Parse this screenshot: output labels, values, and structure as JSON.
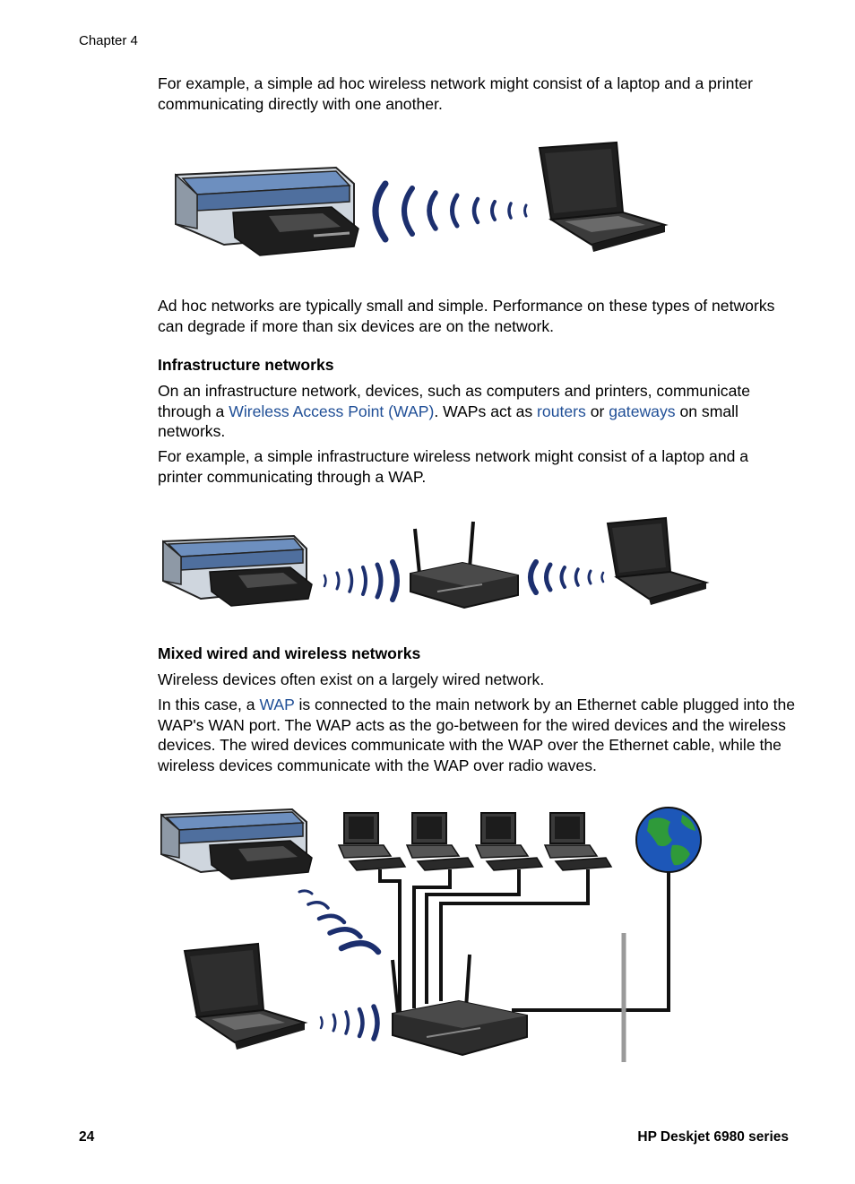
{
  "header": {
    "chapter": "Chapter 4"
  },
  "p1": "For example, a simple ad hoc wireless network might consist of a laptop and a printer communicating directly with one another.",
  "p2": "Ad hoc networks are typically small and simple. Performance on these types of networks can degrade if more than six devices are on the network.",
  "sec_infra": {
    "heading": "Infrastructure networks",
    "p1_before": "On an infrastructure network, devices, such as computers and printers, communicate through a ",
    "p1_link_wap": "Wireless Access Point (WAP)",
    "p1_mid1": ". WAPs act as ",
    "p1_link_routers": "routers",
    "p1_mid2": " or ",
    "p1_link_gateways": "gateways",
    "p1_after": " on small networks.",
    "p2": "For example, a simple infrastructure wireless network might consist of a laptop and a printer communicating through a WAP."
  },
  "sec_mixed": {
    "heading": "Mixed wired and wireless networks",
    "p1": "Wireless devices often exist on a largely wired network.",
    "p2_before": "In this case, a ",
    "p2_link_wap": "WAP",
    "p2_after": " is connected to the main network by an Ethernet cable plugged into the WAP's WAN port. The WAP acts as the go-between for the wired devices and the wireless devices. The wired devices communicate with the WAP over the Ethernet cable, while the wireless devices communicate with the WAP over radio waves."
  },
  "footer": {
    "page_number": "24",
    "product": "HP Deskjet 6980 series"
  },
  "colors": {
    "link": "#1f4e96",
    "wave": "#1c2f6e",
    "printer_blue": "#6d8fbf",
    "globe_ocean": "#1d57b8",
    "globe_land": "#2f9a3a"
  },
  "icons": [
    "printer-icon",
    "laptop-icon",
    "wireless-access-point-icon",
    "desktop-computer-icon",
    "globe-icon",
    "radio-wave-icon"
  ]
}
